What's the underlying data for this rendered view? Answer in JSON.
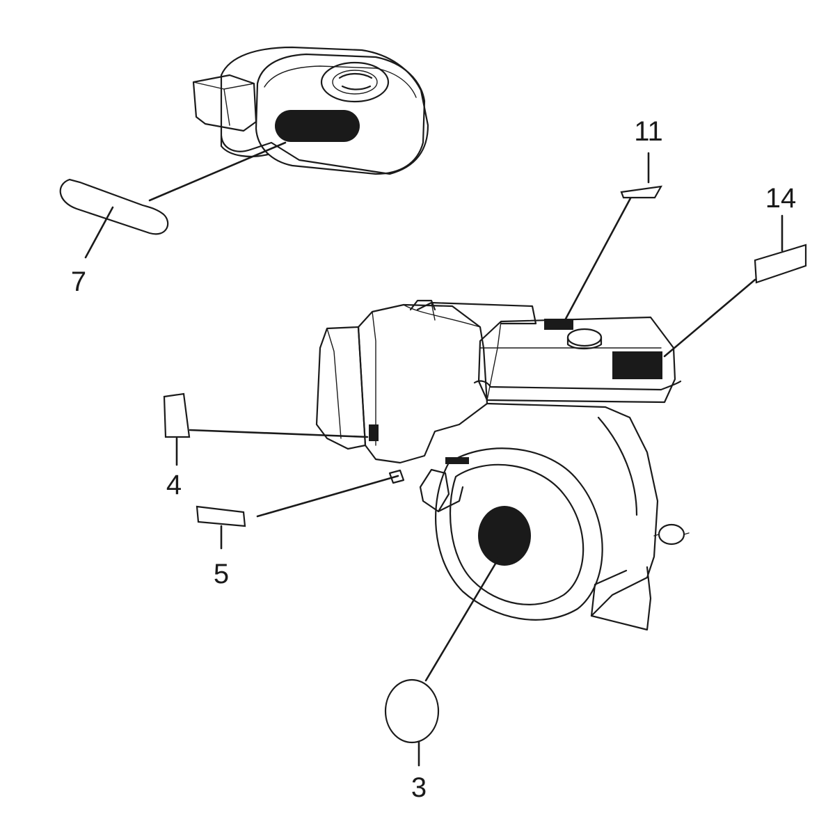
{
  "diagram": {
    "type": "exploded-parts-diagram",
    "callouts": [
      {
        "id": "7",
        "label": "7",
        "part": "oval-decal"
      },
      {
        "id": "11",
        "label": "11",
        "part": "small-rectangular-decal"
      },
      {
        "id": "14",
        "label": "14",
        "part": "rectangular-decal"
      },
      {
        "id": "4",
        "label": "4",
        "part": "vertical-rectangular-decal"
      },
      {
        "id": "5",
        "label": "5",
        "part": "small-horizontal-decal"
      },
      {
        "id": "3",
        "label": "3",
        "part": "round-decal"
      }
    ]
  }
}
